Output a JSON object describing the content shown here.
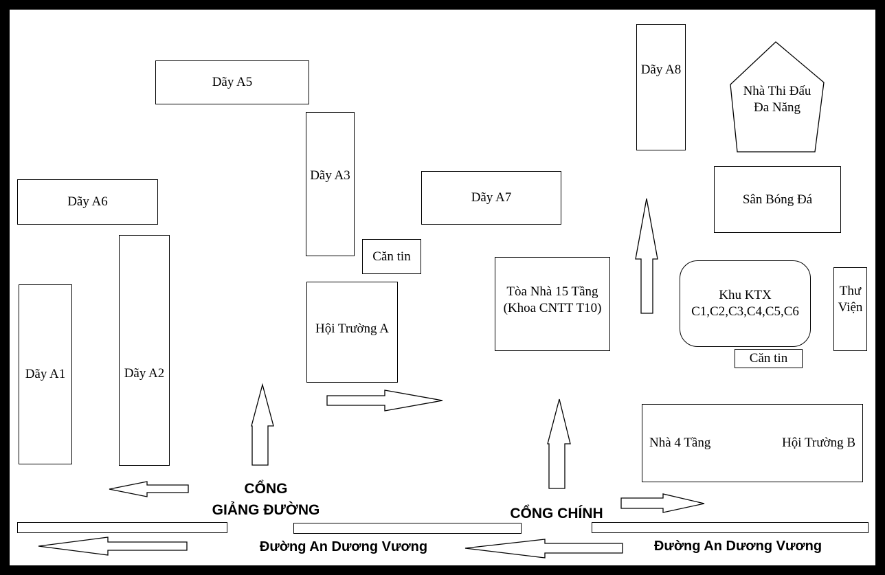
{
  "buildings": {
    "a5": "Dãy A5",
    "a6": "Dãy A6",
    "a3": "Dãy A3",
    "a7": "Dãy A7",
    "a8": "Dãy A8",
    "a1": "Dãy A1",
    "a2": "Dãy A2",
    "canteen_1": "Căn tin",
    "canteen_2": "Căn tin",
    "hall_a": "Hội Trường A",
    "tower_line1": "Tòa Nhà 15 Tầng",
    "tower_line2": "(Khoa CNTT T10)",
    "arena_line1": "Nhà Thi Đấu",
    "arena_line2": "Đa Năng",
    "football": "Sân Bóng Đá",
    "dorm_line1": "Khu KTX",
    "dorm_line2": "C1,C2,C3,C4,C5,C6",
    "library_line1": "Thư",
    "library_line2": "Viện",
    "building_4f": "Nhà 4 Tầng",
    "hall_b": "Hội Trường B"
  },
  "gates": {
    "lecture_gate_line1": "CỔNG",
    "lecture_gate_line2": "GIẢNG ĐƯỜNG",
    "main_gate": "CỔNG CHÍNH"
  },
  "roads": {
    "street_left": "Đường An Dương Vương",
    "street_right": "Đường An Dương Vương"
  },
  "colors": {
    "stroke": "#000000",
    "fill": "#ffffff",
    "frame": "#000000"
  }
}
